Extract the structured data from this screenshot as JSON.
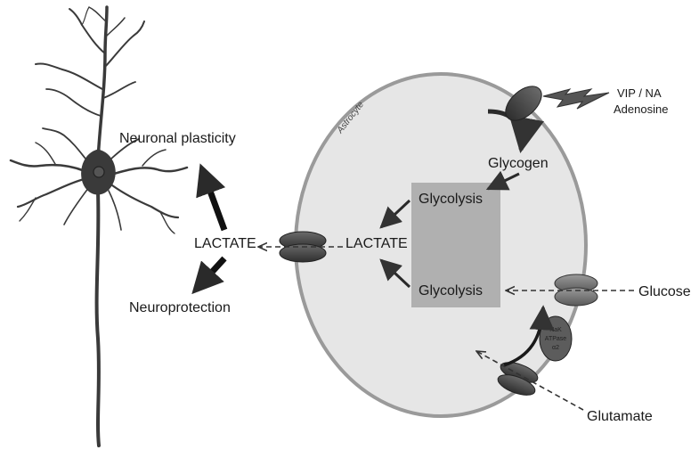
{
  "labels": {
    "neuronal_plasticity": "Neuronal plasticity",
    "neuroprotection": "Neuroprotection",
    "lactate_neuron": "LACTATE",
    "lactate_astro": "LACTATE",
    "astrocyte": "Astrocyte",
    "glycogen": "Glycogen",
    "glycolysis_top": "Glycolysis",
    "glycolysis_bottom": "Glycolysis",
    "glucose": "Glucose",
    "glutamate": "Glutamate",
    "vip_na": "VIP / NA",
    "adenosine": "Adenosine",
    "nak_line1": "NaK",
    "nak_line2": "ATPase",
    "nak_line3": "α2"
  },
  "colors": {
    "astrocyte_fill": "#e6e6e6",
    "astrocyte_border": "#9a9a9a",
    "glycolysis_box": "#b0b0b0",
    "neuron": "#3a3a3a",
    "arrow": "#1a1a1a"
  }
}
